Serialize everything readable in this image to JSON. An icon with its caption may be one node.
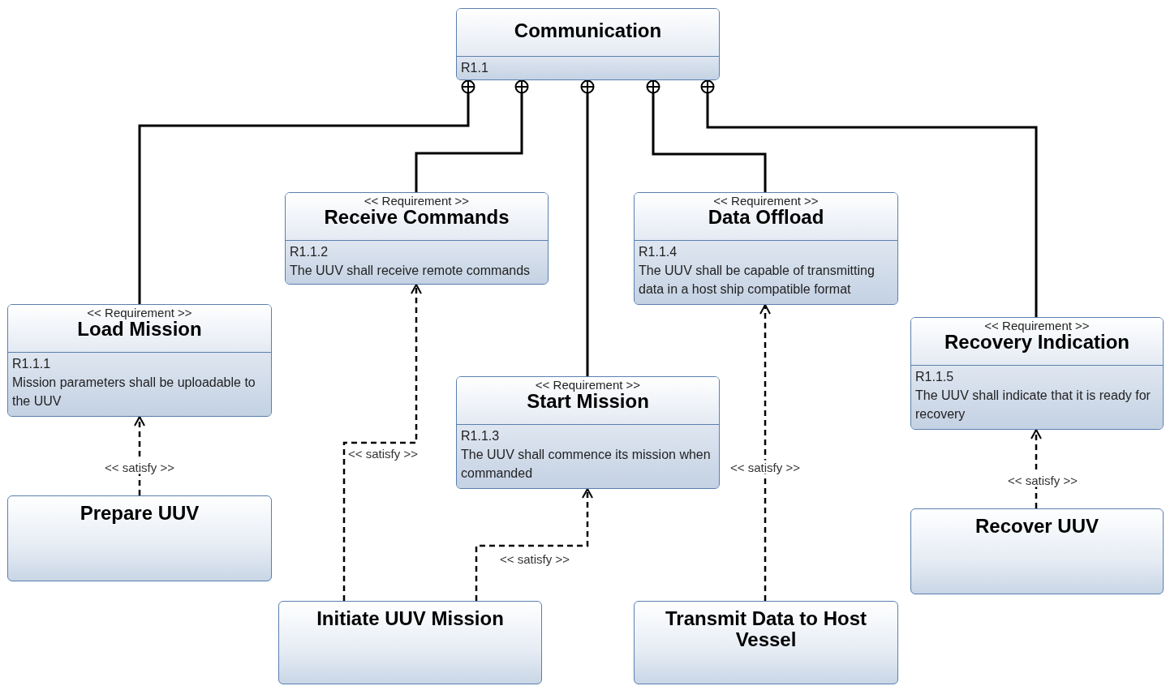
{
  "diagram": {
    "nodes": [
      {
        "text": [
          "Communication",
          "R1.1"
        ]
      },
      {
        "text": [
          "<< Requirement >>",
          "Receive Commands",
          "R1.1.2",
          "The UUV shall receive remote commands"
        ]
      },
      {
        "text": [
          "<< Requirement >>",
          "Data Offload",
          "R1.1.4",
          "The UUV shall be capable of transmitting data in a host ship compatible format"
        ]
      },
      {
        "text": [
          "<< Requirement >>",
          "Load Mission",
          "R1.1.1",
          "Mission parameters shall be uploadable to the UUV"
        ]
      },
      {
        "text": [
          "<< Requirement >>",
          "Recovery Indication",
          "R1.1.5",
          "The UUV shall indicate that it is ready for recovery"
        ]
      },
      {
        "text": [
          "<< Requirement >>",
          "Start Mission",
          "R1.1.3",
          "The UUV shall commence its mission when commanded"
        ]
      },
      {
        "text": [
          "Prepare UUV"
        ]
      },
      {
        "text": [
          "Recover UUV"
        ]
      },
      {
        "text": [
          "Initiate UUV Mission"
        ]
      },
      {
        "text": [
          "Transmit Data to Host Vessel"
        ]
      }
    ],
    "edges": [
      {
        "from": 0,
        "to": 3,
        "arrow": "other"
      },
      {
        "from": 0,
        "to": 1,
        "arrow": "other"
      },
      {
        "from": 0,
        "to": 5,
        "arrow": "other"
      },
      {
        "from": 0,
        "to": 2,
        "arrow": "other"
      },
      {
        "from": 0,
        "to": 4,
        "arrow": "other"
      },
      {
        "from": 6,
        "to": 3,
        "arrow": "to",
        "style": "dashed",
        "label": "<< satisfy >>"
      },
      {
        "from": 8,
        "to": 1,
        "arrow": "to",
        "style": "dashed",
        "label": "<< satisfy >>"
      },
      {
        "from": 8,
        "to": 5,
        "arrow": "to",
        "style": "dashed",
        "label": "<< satisfy >>"
      },
      {
        "from": 9,
        "to": 2,
        "arrow": "to",
        "style": "dashed",
        "label": "<< satisfy >>"
      },
      {
        "from": 7,
        "to": 4,
        "arrow": "to",
        "style": "dashed",
        "label": "<< satisfy >>"
      }
    ]
  }
}
